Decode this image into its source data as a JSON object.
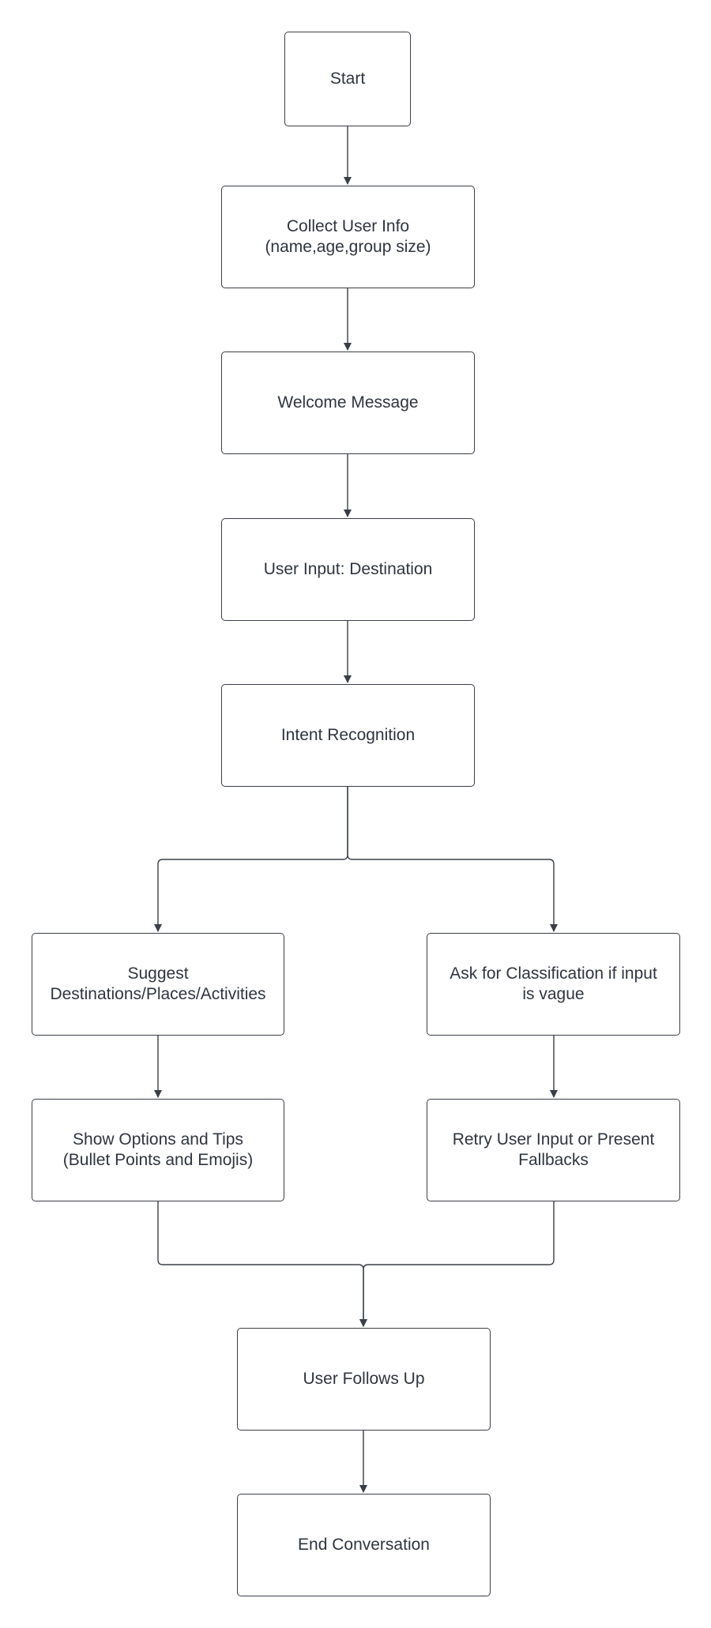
{
  "diagram": {
    "nodes": [
      {
        "id": "start",
        "label": "Start"
      },
      {
        "id": "collect-user-info",
        "label": "Collect User Info\n(name,age,group size)"
      },
      {
        "id": "welcome-message",
        "label": "Welcome Message"
      },
      {
        "id": "user-input-destination",
        "label": "User Input: Destination"
      },
      {
        "id": "intent-recognition",
        "label": "Intent Recognition"
      },
      {
        "id": "suggest-destinations",
        "label": "Suggest\nDestinations/Places/Activities"
      },
      {
        "id": "ask-for-classification",
        "label": "Ask for Classification if input\nis vague"
      },
      {
        "id": "show-options-tips",
        "label": "Show Options and Tips\n(Bullet Points and Emojis)"
      },
      {
        "id": "retry-user-input",
        "label": "Retry User Input or Present\nFallbacks"
      },
      {
        "id": "user-follows-up",
        "label": "User Follows Up"
      },
      {
        "id": "end-conversation",
        "label": "End Conversation"
      }
    ],
    "edges": [
      {
        "from": "start",
        "to": "collect-user-info"
      },
      {
        "from": "collect-user-info",
        "to": "welcome-message"
      },
      {
        "from": "welcome-message",
        "to": "user-input-destination"
      },
      {
        "from": "user-input-destination",
        "to": "intent-recognition"
      },
      {
        "from": "intent-recognition",
        "to": "suggest-destinations"
      },
      {
        "from": "intent-recognition",
        "to": "ask-for-classification"
      },
      {
        "from": "suggest-destinations",
        "to": "show-options-tips"
      },
      {
        "from": "ask-for-classification",
        "to": "retry-user-input"
      },
      {
        "from": "show-options-tips",
        "to": "user-follows-up"
      },
      {
        "from": "retry-user-input",
        "to": "user-follows-up"
      },
      {
        "from": "user-follows-up",
        "to": "end-conversation"
      }
    ],
    "colors": {
      "stroke": "#3a3f47",
      "text": "#2f3540",
      "background": "#ffffff"
    }
  }
}
